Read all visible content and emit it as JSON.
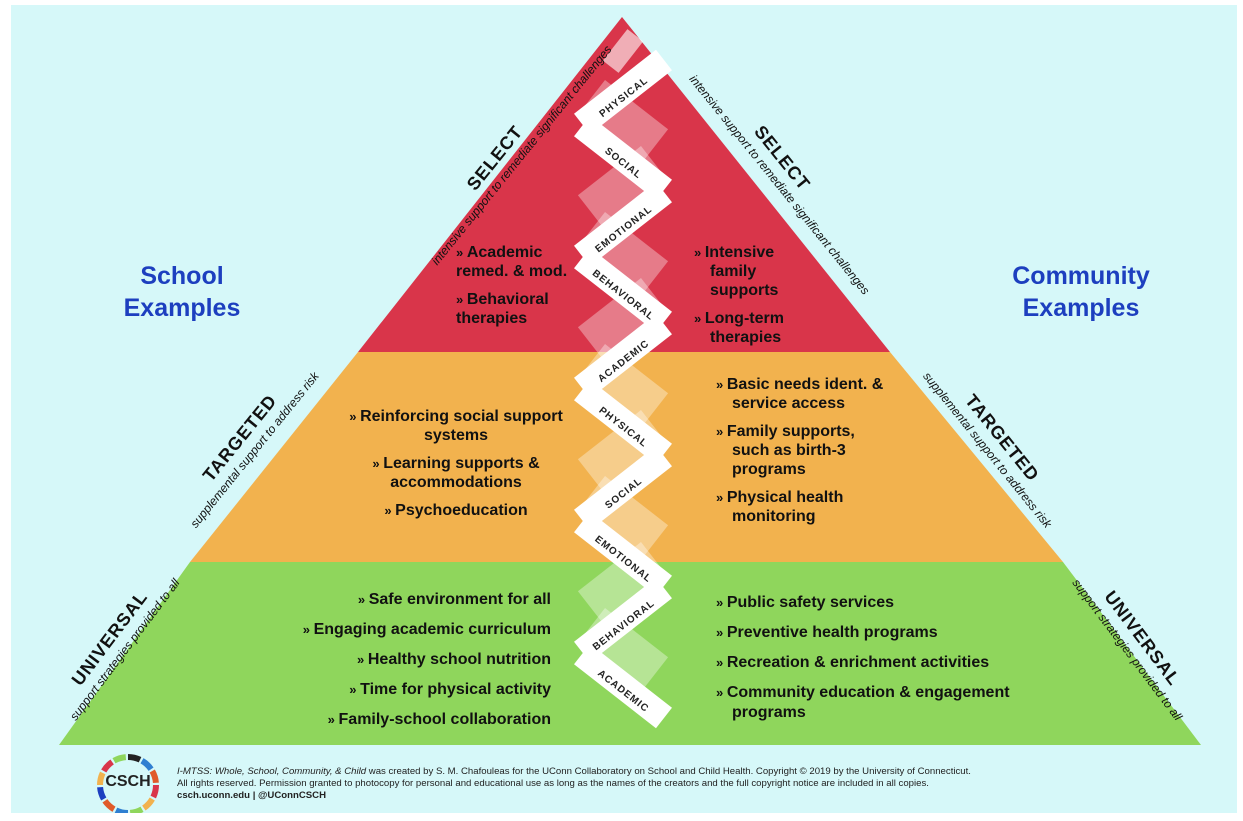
{
  "left_heading": [
    "School",
    "Examples"
  ],
  "right_heading": [
    "Community",
    "Examples"
  ],
  "tiers": {
    "select": {
      "name": "SELECT",
      "desc": "intensive support to remediate significant challenges"
    },
    "targeted": {
      "name": "TARGETED",
      "desc": "supplemental support to address risk"
    },
    "universal": {
      "name": "UNIVERSAL",
      "desc": "support strategies provided to all"
    }
  },
  "chain_labels": [
    "PHYSICAL",
    "SOCIAL",
    "EMOTIONAL",
    "BEHAVIORAL",
    "ACADEMIC",
    "PHYSICAL",
    "SOCIAL",
    "EMOTIONAL",
    "BEHAVIORAL",
    "ACADEMIC"
  ],
  "select_school": [
    "Academic remed. & mod.",
    "Behavioral therapies"
  ],
  "select_community": [
    "Intensive family supports",
    "Long-term therapies"
  ],
  "targeted_school": [
    "Reinforcing social support systems",
    "Learning supports & accommodations",
    "Psychoeducation"
  ],
  "targeted_community": [
    "Basic needs ident. & service access",
    "Family supports, such as birth-3 programs",
    "Physical health monitoring"
  ],
  "universal_school": [
    "Safe environment for all",
    "Engaging academic curriculum",
    "Healthy school nutrition",
    "Time for physical activity",
    "Family-school collaboration"
  ],
  "universal_community": [
    "Public safety services",
    "Preventive health programs",
    "Recreation & enrichment activities",
    "Community education & engagement programs"
  ],
  "colors": {
    "background": "#d6f8f9",
    "select": "#d9354a",
    "targeted": "#f2b24e",
    "universal": "#8fd65c",
    "heading": "#1d3fbf"
  },
  "footer": {
    "logo": "CSCH",
    "title": "I-MTSS: Whole, School, Community, & Child",
    "credit": " was created by S. M. Chafouleas for the UConn Collaboratory on School and Child Health.  Copyright © 2019 by the University of Connecticut.",
    "rights": "All rights reserved. Permission granted to photocopy for personal and educational use as long as the names of the creators and the full copyright notice are included in all copies.",
    "links": "csch.uconn.edu | @UConnCSCH"
  }
}
